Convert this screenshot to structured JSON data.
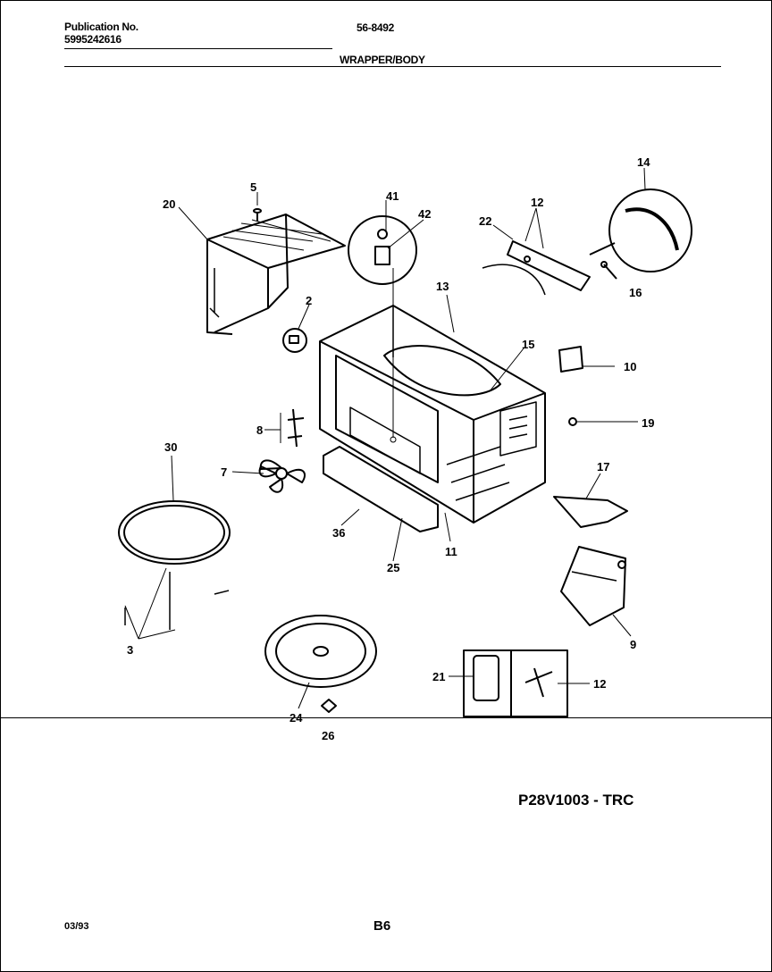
{
  "header": {
    "publication_label": "Publication No.",
    "publication_number": "5995242616",
    "model": "56-8492",
    "section_title": "WRAPPER/BODY"
  },
  "callouts": {
    "c2": "2",
    "c3": "3",
    "c5": "5",
    "c7": "7",
    "c8": "8",
    "c9": "9",
    "c10": "10",
    "c11": "11",
    "c12a": "12",
    "c12b": "12",
    "c13": "13",
    "c14": "14",
    "c15": "15",
    "c16": "16",
    "c17": "17",
    "c19": "19",
    "c20": "20",
    "c21": "21",
    "c22": "22",
    "c24": "24",
    "c25": "25",
    "c26": "26",
    "c30": "30",
    "c36": "36",
    "c41": "41",
    "c42": "42"
  },
  "reference_code": "P28V1003 - TRC",
  "footer": {
    "date": "03/93",
    "page": "B6"
  }
}
